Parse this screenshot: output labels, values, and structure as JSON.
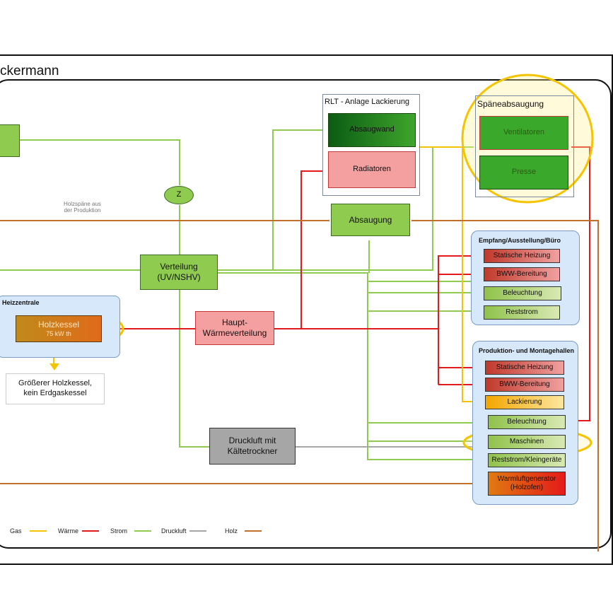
{
  "title": "ckermann",
  "boxes": {
    "verteilung": "Verteilung\n(UV/NSHV)",
    "z_node": "Z",
    "holzspaene_note": "Holzspäne aus\nder Produktion",
    "absaugung": "Absaugung",
    "haupt_waermeverteilung": "Haupt-\nWärmeverteilung",
    "druckluft": "Druckluft mit\nKältetrockner",
    "groesserer_holzkessel": "Größerer Holzkessel,\nkein Erdgaskessel"
  },
  "heizzentrale": {
    "title": "Heizzentrale",
    "holzkessel": "Holzkessel",
    "holzkessel_power": "75 kW th"
  },
  "rlt": {
    "title": "RLT - Anlage Lackierung",
    "absaugwand": "Absaugwand",
    "radiatoren": "Radiatoren"
  },
  "spaeneabsaugung": {
    "title": "Späneabsaugung",
    "ventilatoren": "Ventilatoren",
    "presse": "Presse"
  },
  "empfang": {
    "title": "Empfang/Ausstellung/Büro",
    "items": [
      "Statische Heizung",
      "BWW-Bereitung",
      "Beleuchtung",
      "Reststrom"
    ]
  },
  "produktion": {
    "title": "Produktion- und Montagehallen",
    "items": [
      "Statische Heizung",
      "BWW-Bereitung",
      "Lackierung",
      "Beleuchtung",
      "Maschinen",
      "Reststrom/Kleingeräte",
      "Warmluftgenerator\n(Holzofen)"
    ]
  },
  "legend": [
    {
      "label": "Gas",
      "color": "#f5c400"
    },
    {
      "label": "Wärme",
      "color": "#e31a1c"
    },
    {
      "label": "Strom",
      "color": "#e31a1c"
    },
    {
      "label": "Druckluft",
      "color": "#8ecb4f"
    },
    {
      "label": "Holz",
      "color": "#a6a6a6"
    },
    {
      "label": "",
      "color": "#c0702a"
    }
  ],
  "colors": {
    "strom": "#8ecb4f",
    "waerme": "#e31a1c",
    "gas_highlight": "#f5c400",
    "holz": "#c0702a",
    "druckluft": "#a6a6a6"
  }
}
